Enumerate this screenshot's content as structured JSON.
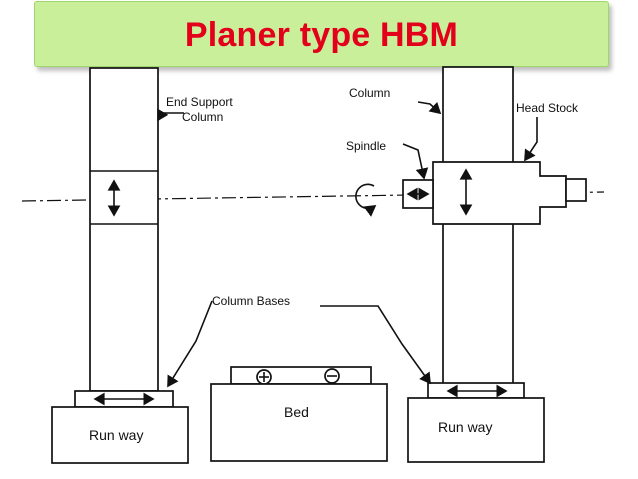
{
  "title": "Planer type HBM",
  "labels": {
    "end_support_column": [
      "End Support",
      "Column"
    ],
    "column": "Column",
    "head_stock": "Head Stock",
    "spindle": "Spindle",
    "column_bases": "Column Bases",
    "bed": "Bed",
    "run_way_left": "Run way",
    "run_way_right": "Run way",
    "plus_symbol": "+",
    "minus_symbol": "−"
  },
  "colors": {
    "title_text": "#e3001b",
    "banner_fill": "#c9ef9b",
    "line": "#111111"
  }
}
